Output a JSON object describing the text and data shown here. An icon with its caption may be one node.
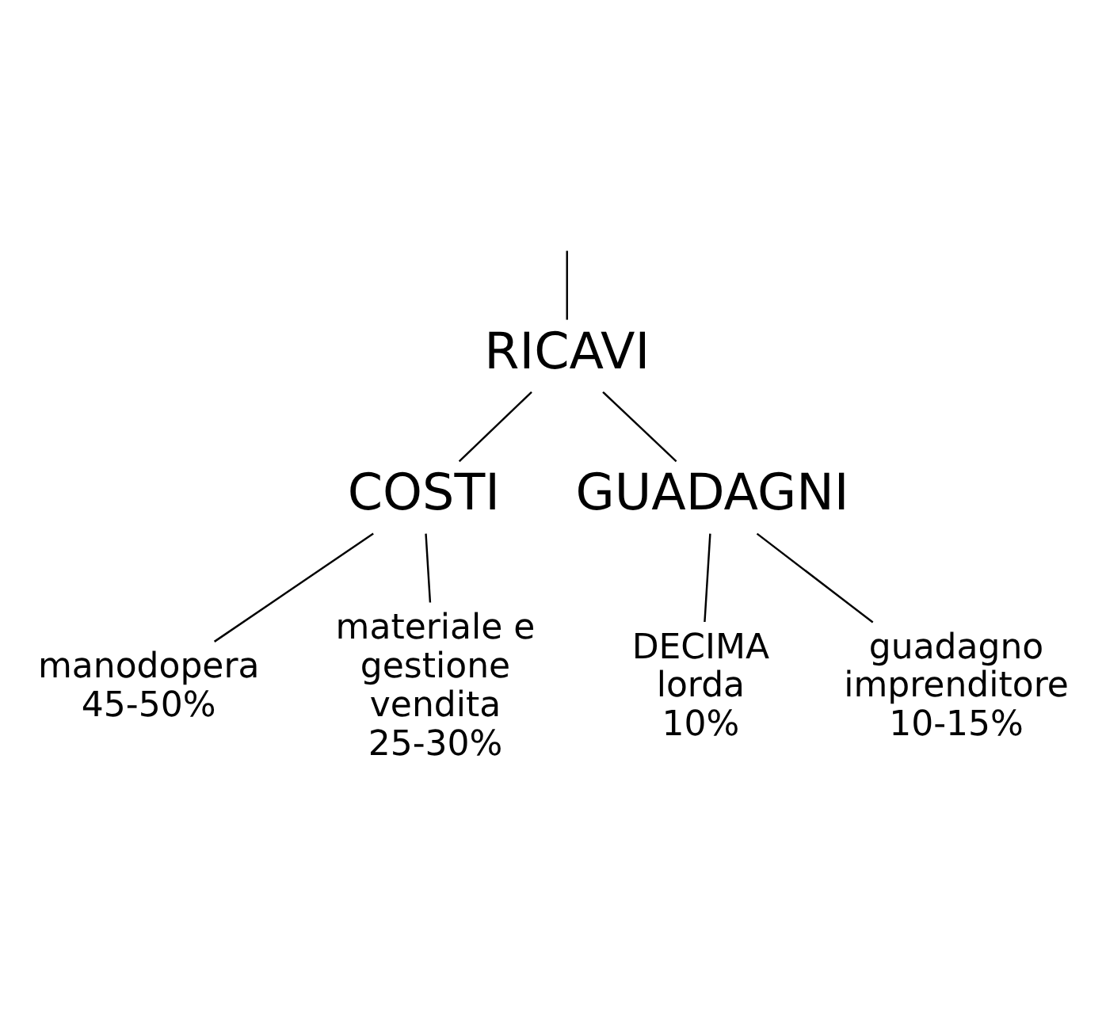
{
  "diagram": {
    "nodes": [
      {
        "text": [
          "RICAVI"
        ]
      },
      {
        "text": [
          "COSTI"
        ]
      },
      {
        "text": [
          "GUADAGNI"
        ]
      },
      {
        "text": [
          "manodopera 45-50%"
        ]
      },
      {
        "text": [
          "materiale e gestione vendita 25-30%"
        ]
      },
      {
        "text": [
          "DECIMA lorda 10%"
        ]
      },
      {
        "text": [
          "guadagno imprenditore 10-15%"
        ]
      }
    ],
    "edges": [
      {
        "from": null,
        "to": 0,
        "arrow": "none"
      },
      {
        "from": 0,
        "to": 1,
        "arrow": "none"
      },
      {
        "from": 0,
        "to": 2,
        "arrow": "none"
      },
      {
        "from": 1,
        "to": 3,
        "arrow": "none"
      },
      {
        "from": 1,
        "to": 4,
        "arrow": "none"
      },
      {
        "from": 2,
        "to": 5,
        "arrow": "none"
      },
      {
        "from": 2,
        "to": 6,
        "arrow": "none"
      }
    ]
  }
}
